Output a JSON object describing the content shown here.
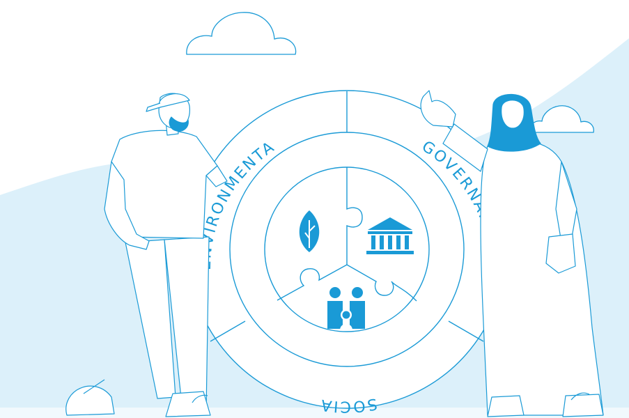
{
  "esg_wheel": {
    "segments": [
      {
        "label": "ENVIRONMENTAL",
        "icon": "leaf-icon"
      },
      {
        "label": "GOVERNANCE",
        "icon": "bank-building-icon"
      },
      {
        "label": "SOCIAL",
        "icon": "family-icon"
      }
    ]
  },
  "colors": {
    "line": "#1a9ad6",
    "accent": "#1a9ad6",
    "background_hill": "#dcf0fa",
    "background": "#ffffff"
  }
}
